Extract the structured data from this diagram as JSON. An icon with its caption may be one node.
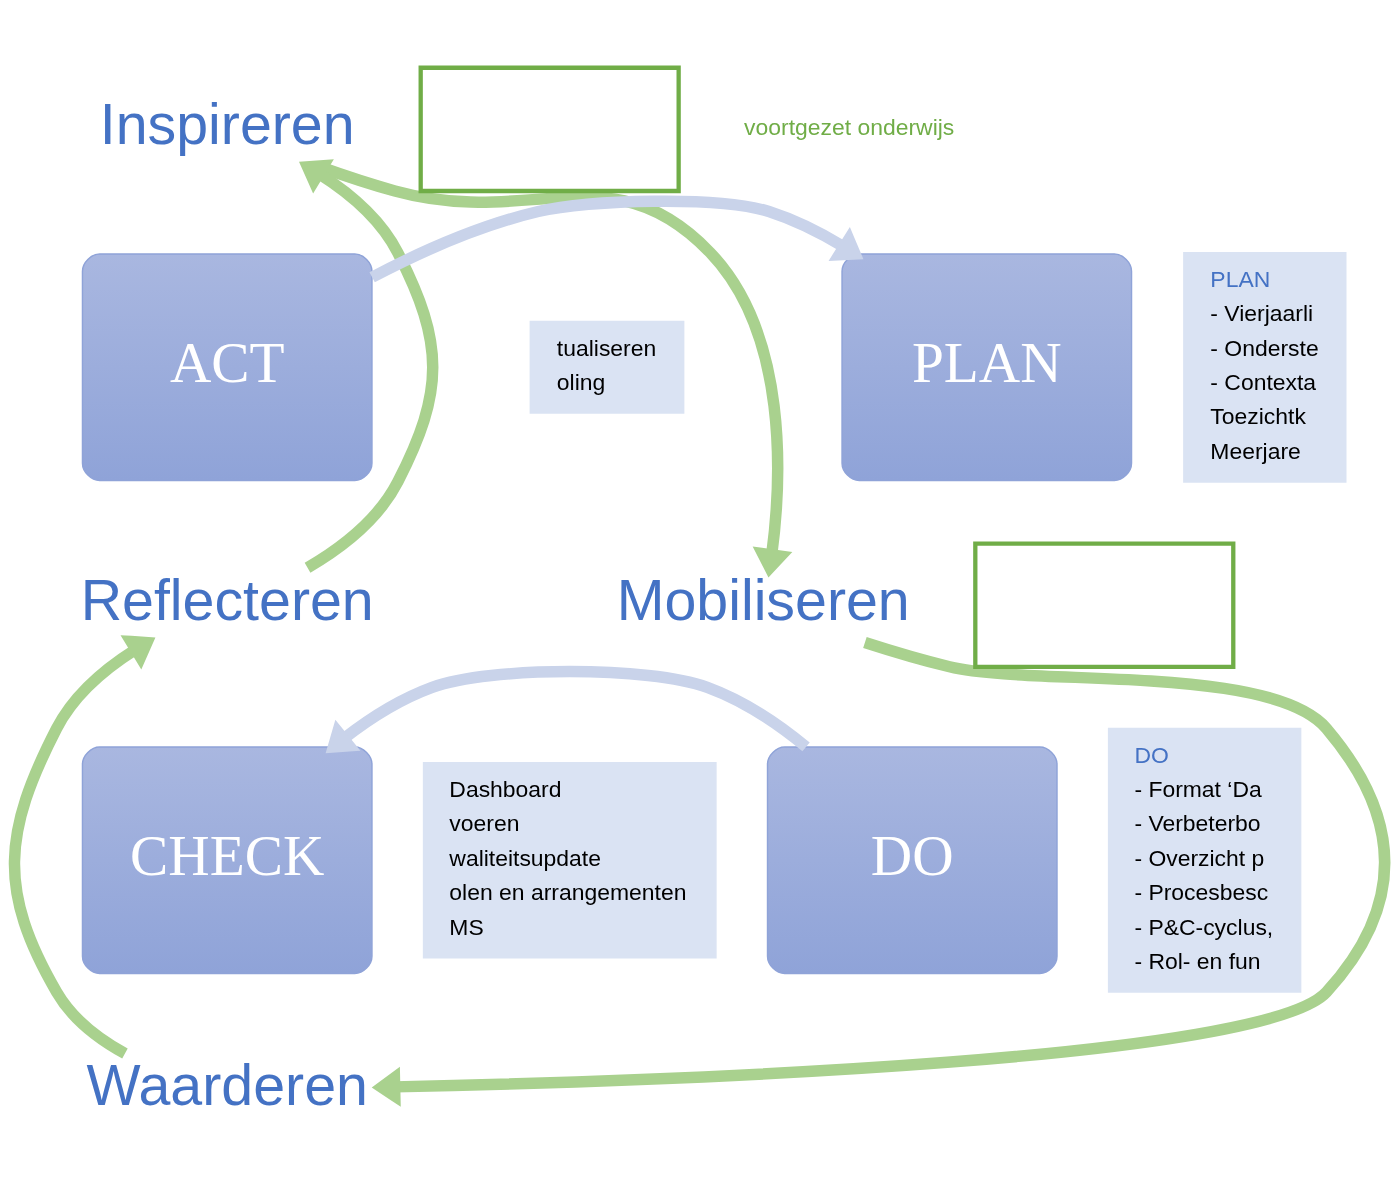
{
  "diagram": {
    "nodes": [
      {
        "text": [
          "Inspireren"
        ]
      },
      {
        "text": [
          "Mobiliseren"
        ]
      },
      {
        "text": [
          "Waarderen"
        ]
      },
      {
        "text": [
          "Reflecteren"
        ]
      },
      {
        "text": [
          "ACT"
        ]
      },
      {
        "text": [
          "PLAN"
        ]
      },
      {
        "text": [
          "CHECK"
        ]
      },
      {
        "text": [
          "DO"
        ]
      },
      {
        "text": [
          "tualiseren",
          "oling"
        ]
      },
      {
        "text": [
          "PLAN",
          "- Vierjaarli",
          "- Onderste",
          "- Contexta",
          "Toezichtk",
          "Meerjare"
        ]
      },
      {
        "text": [
          "Dashboard",
          "voeren",
          "waliteitsupdate",
          "olen en arrangementen",
          "MS"
        ]
      },
      {
        "text": [
          "DO",
          "- Format ‘Da",
          "- Verbeterbo",
          "- Overzicht p",
          "- Procesbesc",
          "- P&C-cyclus,",
          "- Rol- en fun"
        ]
      },
      {
        "text": [],
        "shape": "box"
      },
      {
        "text": [],
        "shape": "box"
      }
    ],
    "edges": [
      {
        "from": 3,
        "to": 0,
        "arrow": "to"
      },
      {
        "from": 0,
        "to": 1,
        "arrow": "to"
      },
      {
        "from": 1,
        "to": 2,
        "arrow": "to"
      },
      {
        "from": 2,
        "to": 3,
        "arrow": "to"
      },
      {
        "from": 4,
        "to": 5,
        "arrow": "to",
        "color": "#c9d3ea"
      },
      {
        "from": 7,
        "to": 6,
        "arrow": "to",
        "color": "#c9d3ea"
      }
    ],
    "labels": [
      "voortgezet onderwijs"
    ]
  }
}
